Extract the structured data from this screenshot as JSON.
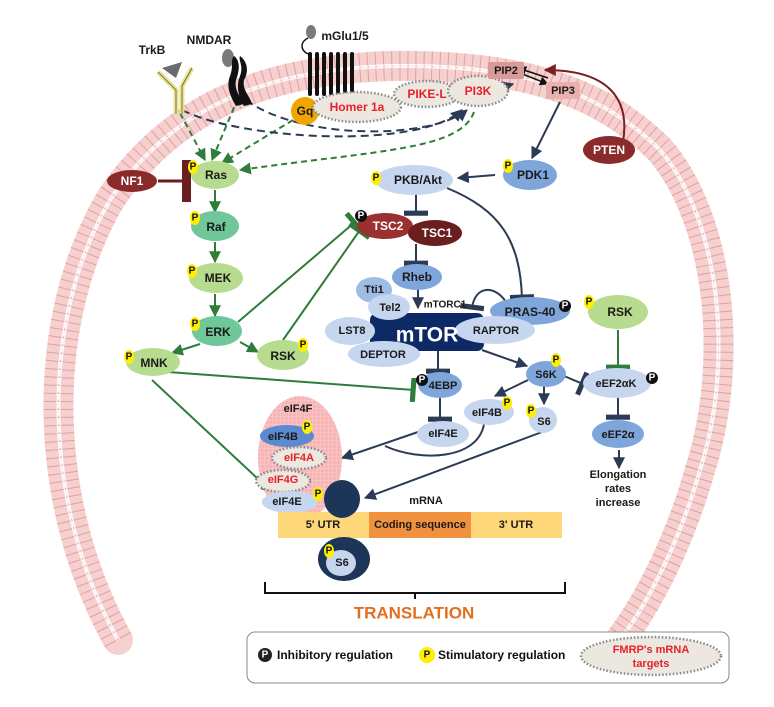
{
  "receptors": {
    "trkb": "TrkB",
    "nmdar": "NMDAR",
    "mglu": "mGlu1/5",
    "gq": "Gq"
  },
  "membrane_proteins": {
    "homer": "Homer 1a",
    "pike": "PIKE-L",
    "pi3k": "PI3K",
    "pip2": "PIP2",
    "pip3": "PIP3",
    "pten": "PTEN"
  },
  "mapk_pathway": {
    "nf1": "NF1",
    "ras": "Ras",
    "raf": "Raf",
    "mek": "MEK",
    "erk": "ERK",
    "mnk": "MNK",
    "rsk": "RSK"
  },
  "akt_pathway": {
    "pdk1": "PDK1",
    "akt": "PKB/Akt",
    "tsc2": "TSC2",
    "tsc1": "TSC1",
    "rheb": "Rheb",
    "pras40": "PRAS-40"
  },
  "mtorc1": {
    "label": "mTORC1",
    "mtor": "mTOR",
    "tti1": "Tti1",
    "tel2": "Tel2",
    "lst8": "LST8",
    "deptor": "DEPTOR",
    "raptor": "RAPTOR"
  },
  "downstream": {
    "fourebp": "4EBP",
    "eif4e": "eIF4E",
    "s6k": "S6K",
    "eif4b": "eIF4B",
    "s6": "S6",
    "rsk": "RSK",
    "eef2k": "eEF2αK",
    "eef2": "eEF2α",
    "elongation_line1": "Elongation",
    "elongation_line2": "rates",
    "elongation_line3": "increase"
  },
  "eif4f_complex": {
    "title": "eIF4F",
    "eif4b": "eIF4B",
    "eif4a": "eIF4A",
    "eif4g": "eIF4G",
    "eif4e": "eIF4E"
  },
  "mrna": {
    "label": "mRNA",
    "utr5": "5' UTR",
    "coding": "Coding sequence",
    "utr3": "3' UTR",
    "ribosome_s6": "S6"
  },
  "translation_label": "TRANSLATION",
  "phospho_symbol": "P",
  "legend": {
    "inhibitory": "Inhibitory regulation",
    "stimulatory": "Stimulatory regulation",
    "fmrp_line1": "FMRP's mRNA",
    "fmrp_line2": "targets"
  },
  "colors": {
    "stimulatory_arrow": "#2e7d3a",
    "inhibitory_arrow": "#2b3a55",
    "mtor_core": "#0d2a66",
    "phospho_stim": "#ffee00",
    "phospho_inhib": "#1a1a1a",
    "fmrp_target_text": "#e8202a",
    "translation_text": "#e07020"
  }
}
